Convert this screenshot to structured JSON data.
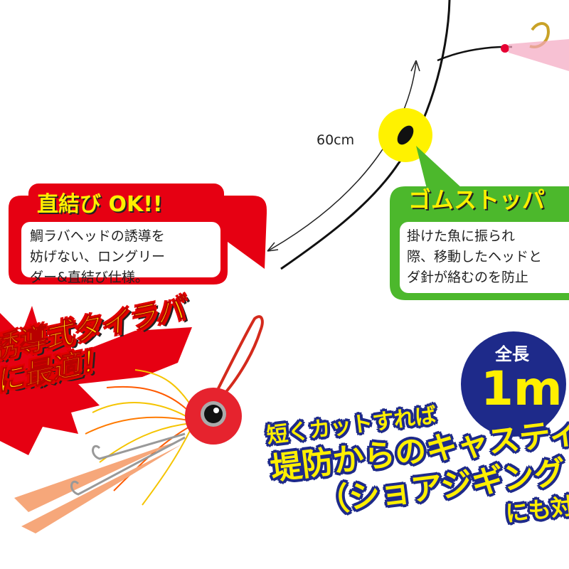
{
  "colors": {
    "red": "#e60012",
    "green": "#4cb82c",
    "navy": "#1e2a8a",
    "yellow": "#ffef00"
  },
  "leader": {
    "length_label": "60cm"
  },
  "direct_tie": {
    "title": "直結び OK!!",
    "body": [
      "鯛ラバヘッドの誘導を",
      "妨げない、ロングリー",
      "ダー&直結び仕様。"
    ]
  },
  "rubber_stopper": {
    "title": "ゴムストッパ",
    "body": [
      "掛けた魚に振られ",
      "際、移動したヘッドと",
      "ダ針が絡むのを防止"
    ]
  },
  "burst": {
    "line1": "誘導式タイラバ",
    "line2": "に最適！"
  },
  "total_length": {
    "label": "全長",
    "value": "1m"
  },
  "promo": {
    "line1": "短くカットすれば",
    "line2": "堤防からのキャスティン",
    "line3": "（ショアジギング etc",
    "line4": "にも対応"
  }
}
